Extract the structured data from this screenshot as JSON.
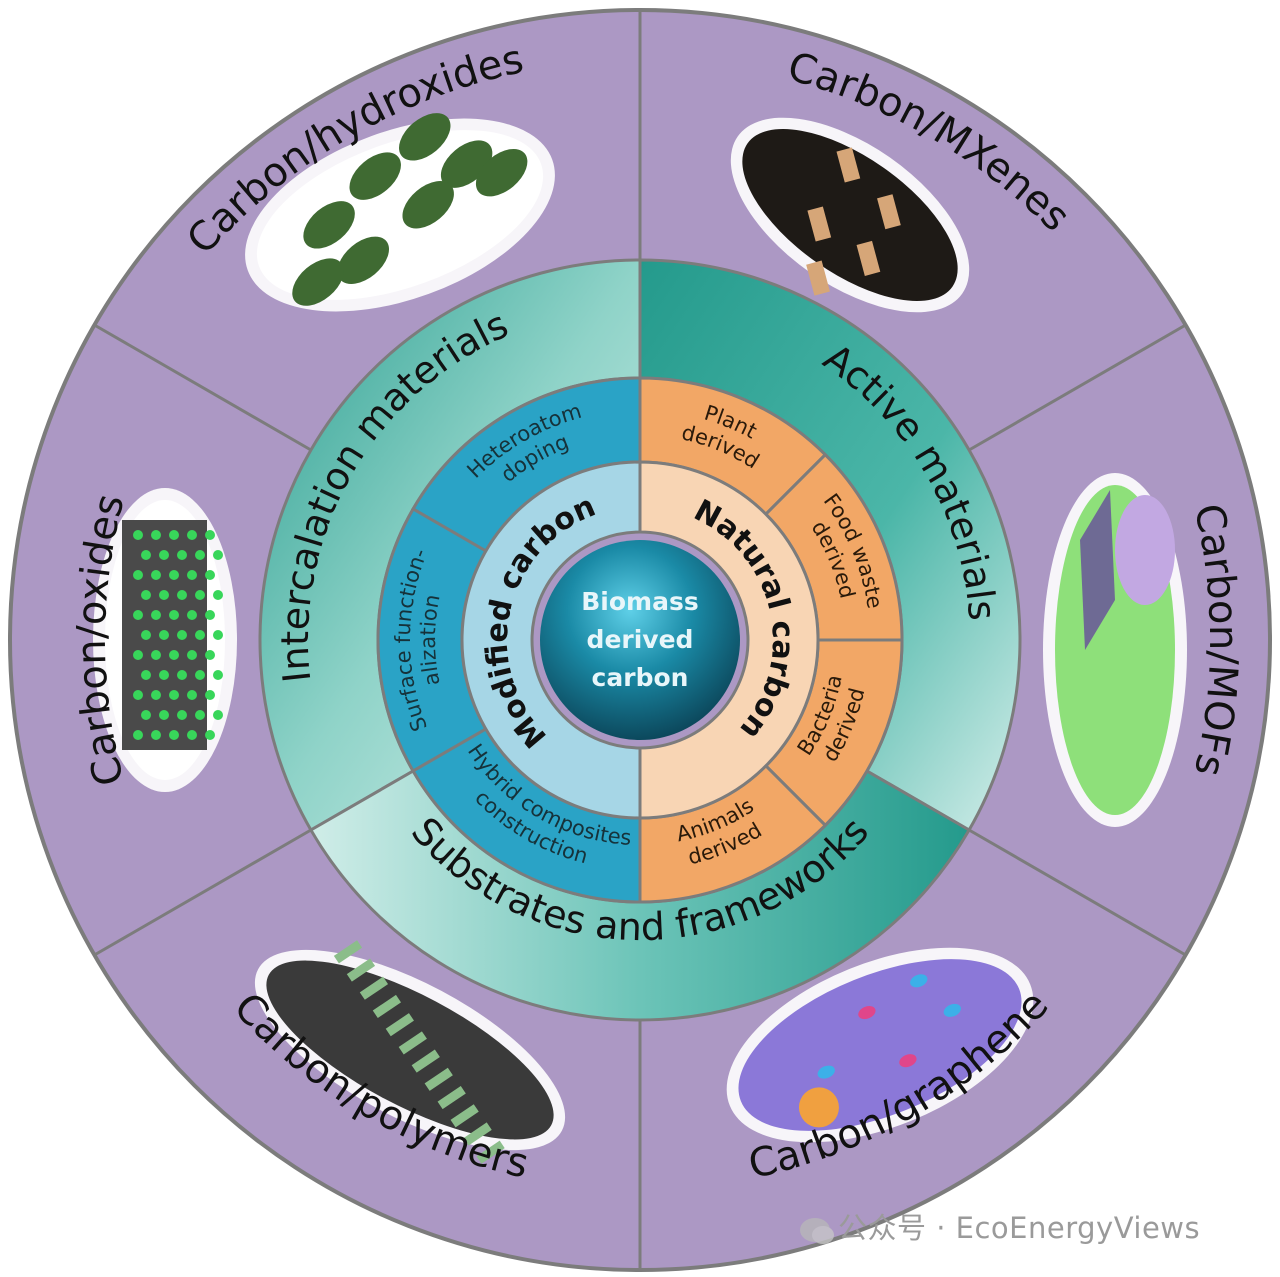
{
  "center": {
    "lines": [
      "Biomass",
      "derived",
      "carbon"
    ]
  },
  "inner_ring": [
    {
      "id": "modified",
      "label": "Modified carbon",
      "color": "#a6d6e6"
    },
    {
      "id": "natural",
      "label": "Natural carbon",
      "color": "#f8d5b4"
    }
  ],
  "mid_ring": {
    "modified": [
      {
        "lines": [
          "Heteroatom",
          "doping"
        ]
      },
      {
        "lines": [
          "Surface function-",
          "alization"
        ]
      },
      {
        "lines": [
          "Hybrid composites",
          "construction"
        ]
      }
    ],
    "natural": [
      {
        "lines": [
          "Plant",
          "derived"
        ]
      },
      {
        "lines": [
          "Food waste",
          "derived"
        ]
      },
      {
        "lines": [
          "Bacteria",
          "derived"
        ]
      },
      {
        "lines": [
          "Animals",
          "derived"
        ]
      }
    ],
    "modified_color": "#2aa3c6",
    "natural_color": "#f2a766"
  },
  "teal_ring": [
    {
      "id": "intercalation",
      "label": "Intercalation materials"
    },
    {
      "id": "active",
      "label": "Active materials"
    },
    {
      "id": "substrates",
      "label": "Substrates and frameworks"
    }
  ],
  "outer_ring": [
    {
      "id": "mxenes",
      "label": "Carbon/MXenes"
    },
    {
      "id": "mofs",
      "label": "Carbon/MOFs"
    },
    {
      "id": "graphene",
      "label": "Carbon/graphene"
    },
    {
      "id": "polymers",
      "label": "Carbon/polymers"
    },
    {
      "id": "oxides",
      "label": "Carbon/oxides"
    },
    {
      "id": "hydroxides",
      "label": "Carbon/hydroxides"
    }
  ],
  "colors": {
    "outer": "#ac98c4",
    "teal_dark": "#2a9e90",
    "teal_light": "#c4e8e2",
    "divider": "#7c7c7c",
    "sphere": "#1a7f98"
  },
  "watermark": {
    "text": "公众号 · EcoEnergyViews"
  }
}
